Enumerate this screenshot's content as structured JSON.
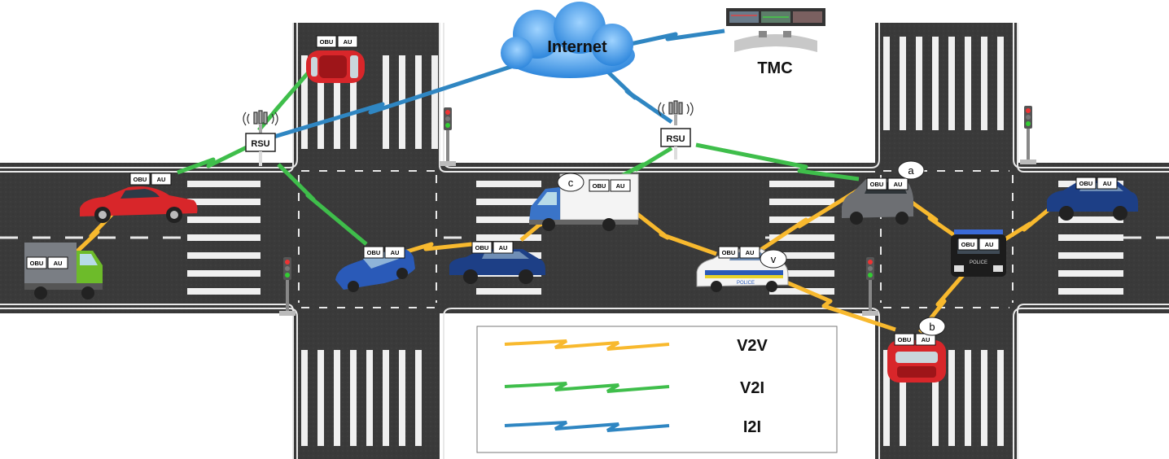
{
  "cloud": {
    "label": "Internet"
  },
  "tmc": {
    "label": "TMC"
  },
  "rsu": {
    "label": "RSU"
  },
  "obu": {
    "label": "OBU"
  },
  "au": {
    "label": "AU"
  },
  "markers": {
    "a": "a",
    "b": "b",
    "c": "c",
    "v": "v"
  },
  "legend": {
    "items": [
      {
        "label": "V2V",
        "color": "#F8B92E"
      },
      {
        "label": "V2I",
        "color": "#3FBE4B"
      },
      {
        "label": "I2I",
        "color": "#2F86C2"
      }
    ]
  },
  "colors": {
    "v2v": "#F8B92E",
    "v2i": "#3FBE4B",
    "i2i": "#2F86C2",
    "road": "#3c3c3c",
    "cloud": "#4aa3ee"
  },
  "icons": [
    "cloud-icon",
    "tmc-console-icon",
    "rsu-antenna-icon",
    "traffic-light-icon",
    "car-icon",
    "truck-icon",
    "police-car-icon"
  ]
}
